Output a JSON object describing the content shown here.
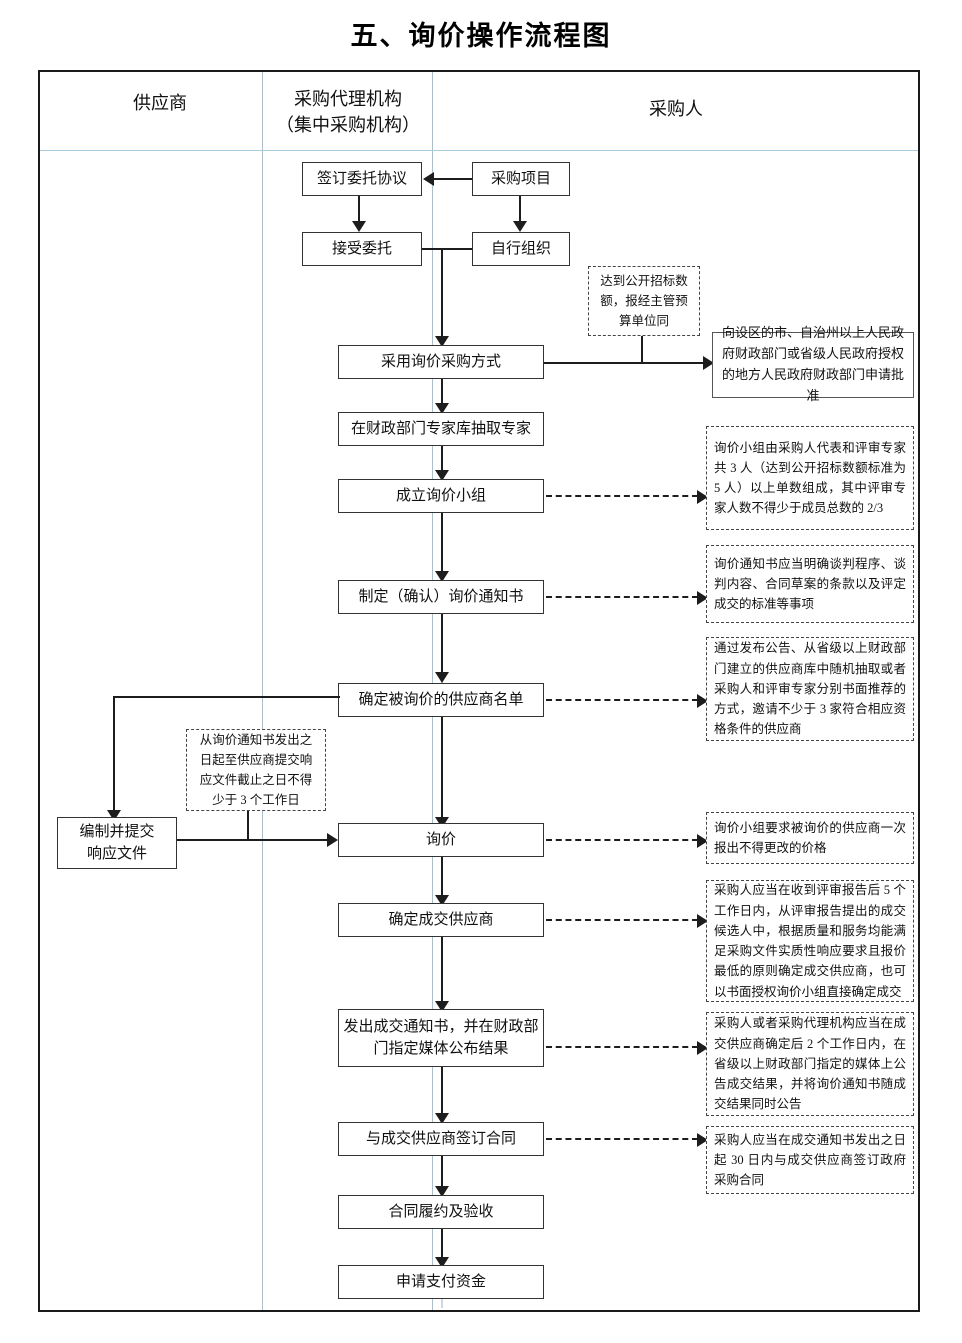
{
  "title": "五、询价操作流程图",
  "lanes": [
    {
      "name": "supplier",
      "label": "供应商",
      "sub": ""
    },
    {
      "name": "agency",
      "label": "采购代理机构",
      "sub": "（集中采购机构）"
    },
    {
      "name": "purchaser",
      "label": "采购人",
      "sub": ""
    }
  ],
  "boxes": {
    "sign_entrust": "签订委托协议",
    "procurement_project": "采购项目",
    "accept_entrust": "接受委托",
    "self_organize": "自行组织",
    "adopt_inquiry": "采用询价采购方式",
    "draw_experts": "在财政部门专家库抽取专家",
    "form_group": "成立询价小组",
    "make_notice": "制定（确认）询价通知书",
    "determine_list": "确定被询价的供应商名单",
    "prepare_submit_line1": "编制并提交",
    "prepare_submit_line2": "响应文件",
    "inquiry": "询价",
    "determine_winner": "确定成交供应商",
    "issue_notice_line1": "发出成交通知书，并在财政部",
    "issue_notice_line2": "门指定媒体公布结果",
    "sign_contract": "与成交供应商签订合同",
    "perform_accept": "合同履约及验收",
    "apply_payment": "申请支付资金",
    "approval": "向设区的市、自治州以上人民政府财政部门或省级人民政府授权的地方人民政府财政部门申请批准"
  },
  "notes": {
    "threshold": "达到公开招标数额，报经主管预算单位同",
    "group_composition": "询价小组由采购人代表和评审专家共 3 人（达到公开招标数额标准为 5 人）以上单数组成，其中评审专家人数不得少于成员总数的 2/3",
    "notice_content": "询价通知书应当明确谈判程序、谈判内容、合同草案的条款以及评定成交的标准等事项",
    "supplier_selection": "通过发布公告、从省级以上财政部门建立的供应商库中随机抽取或者采购人和评审专家分别书面推荐的方式，邀请不少于 3 家符合相应资格条件的供应商",
    "response_deadline": "从询价通知书发出之日起至供应商提交响应文件截止之日不得少于 3 个工作日",
    "one_time_quote": "询价小组要求被询价的供应商一次报出不得更改的价格",
    "determine_winner_rule": "采购人应当在收到评审报告后 5 个工作日内，从评审报告提出的成交候选人中，根据质量和服务均能满足采购文件实质性响应要求且报价最低的原则确定成交供应商，也可以书面授权询价小组直接确定成交",
    "announce_rule": "采购人或者采购代理机构应当在成交供应商确定后 2 个工作日内，在省级以上财政部门指定的媒体上公告成交结果，并将询价通知书随成交结果同时公告",
    "contract_rule": "采购人应当在成交通知书发出之日起 30 日内与成交供应商签订政府采购合同"
  },
  "colors": {
    "frame": "#1a1a1a",
    "lane_line": "#9fc3d6",
    "connector": "#1d1d1d",
    "spine": "#cfd8de",
    "text": "#111111"
  }
}
